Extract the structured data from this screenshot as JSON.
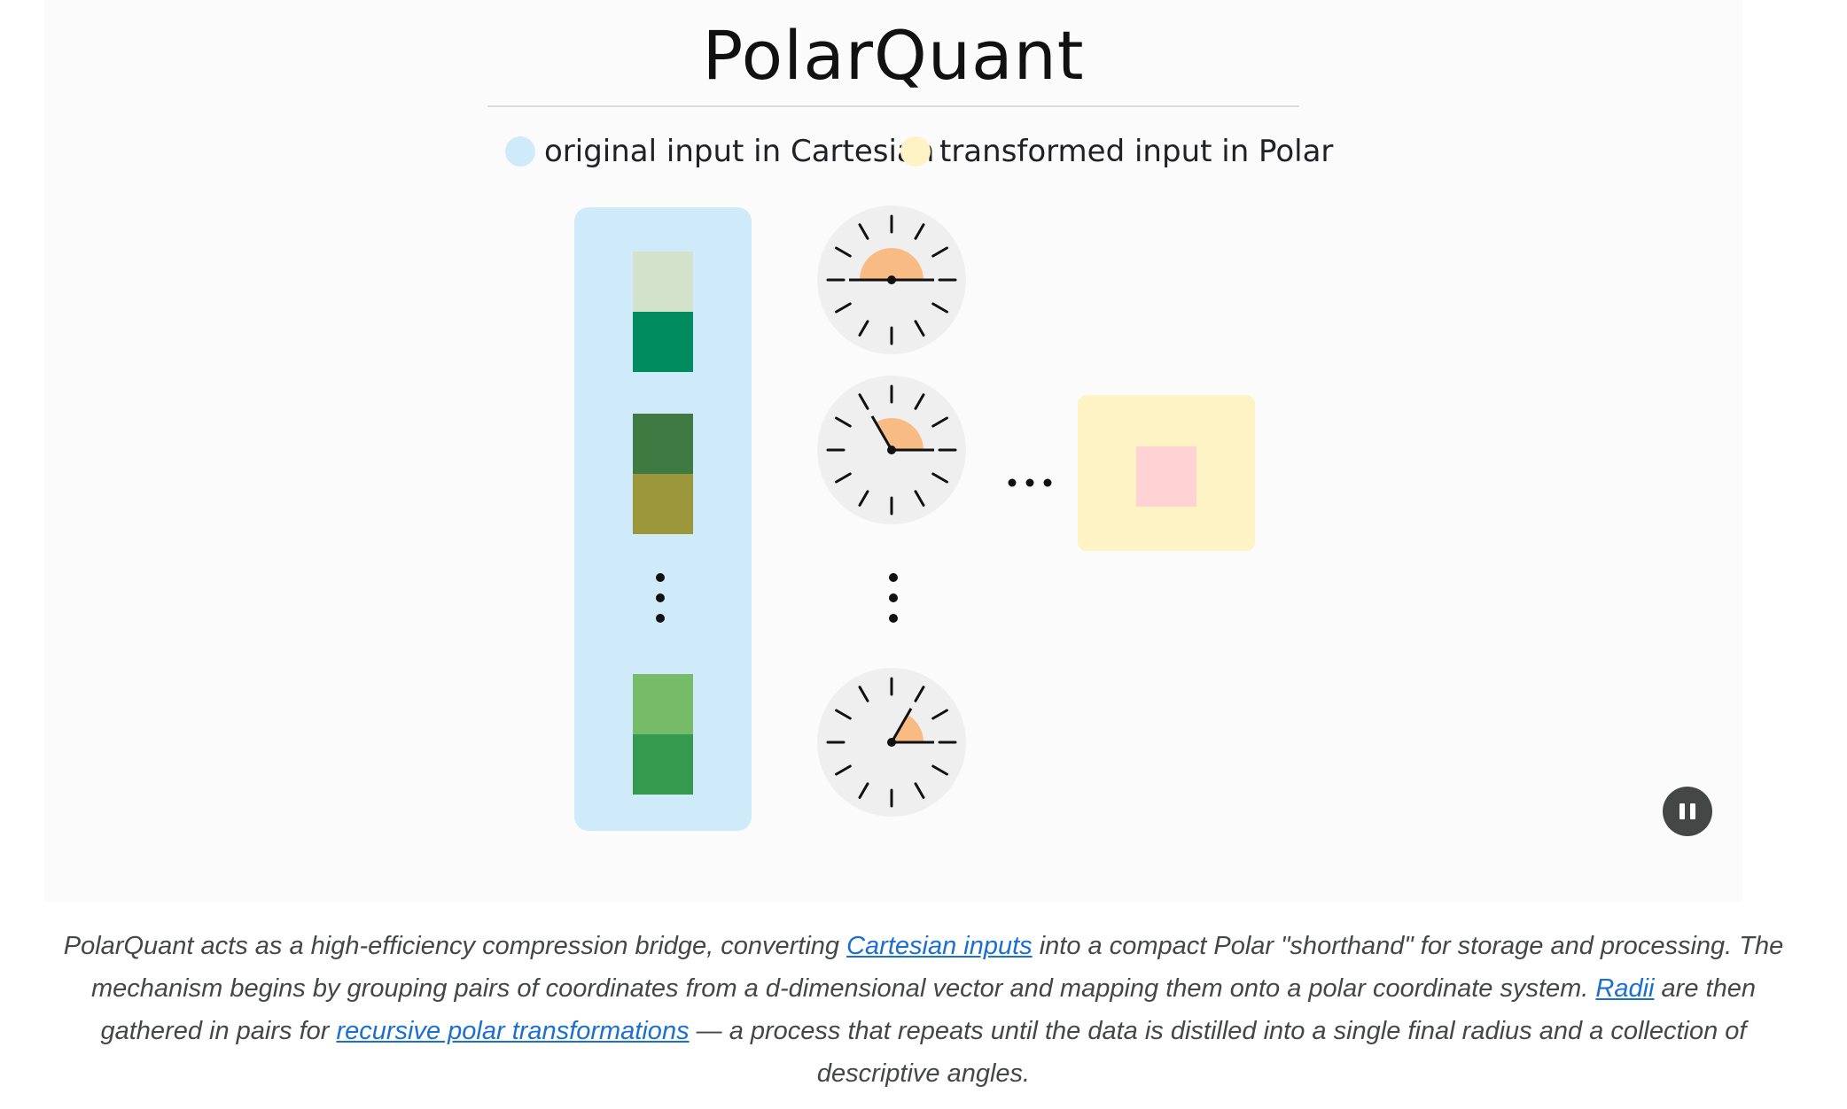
{
  "figure": {
    "title": "PolarQuant",
    "legend": [
      {
        "label": "original input in Cartesian",
        "color": "#cfeaf8"
      },
      {
        "label": "transformed input in Polar",
        "color": "#fdf3c4"
      }
    ]
  },
  "diagram": {
    "cartesian_column_color": "#cfeaf8",
    "polar_box_color": "#fdf3c4",
    "polar_result_color": "#ffd3d3",
    "arc_color": "#f9bb84",
    "square_pairs": [
      [
        "#d3e3cb",
        "#008c5e"
      ],
      [
        "#3e7a42",
        "#9c973b"
      ],
      [
        "#76bb68",
        "#359a4e"
      ]
    ],
    "dial_angles_deg": [
      180,
      120,
      60
    ],
    "ellipsis": "..."
  },
  "controls": {
    "pause_icon": "pause-icon"
  },
  "caption": {
    "part1": "PolarQuant acts as a high-efficiency compression bridge, converting ",
    "link1": "Cartesian inputs",
    "part2": " into a compact Polar \"shorthand\" for storage and processing. The mechanism begins by grouping pairs of coordinates from a d-dimensional vector and mapping them onto a polar coordinate system. ",
    "link2": "Radii",
    "part3": " are then gathered in pairs for ",
    "link3": "recursive polar transformations",
    "part4": " — a process that repeats until the data is distilled into a single final radius and a collection of descriptive angles."
  }
}
